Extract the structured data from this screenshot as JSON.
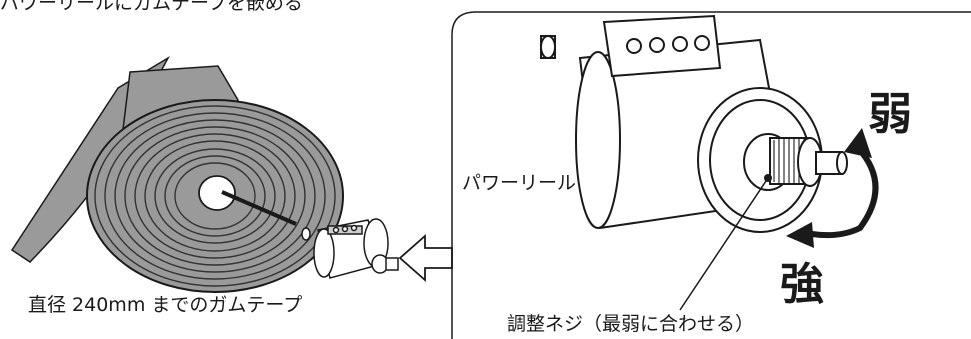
{
  "captions": {
    "top": "パワーリールにガムテープを嵌める",
    "tape": "直径 240mm までのガムテープ",
    "reel": "パワーリール",
    "screw": "調整ネジ（最弱に合わせる）",
    "weak": "弱",
    "strong": "強"
  },
  "colors": {
    "tape_gray": "#9a9a9a",
    "tape_stripes": "#333333",
    "outline": "#1a1a1a",
    "reel_body": "#ffffff"
  }
}
